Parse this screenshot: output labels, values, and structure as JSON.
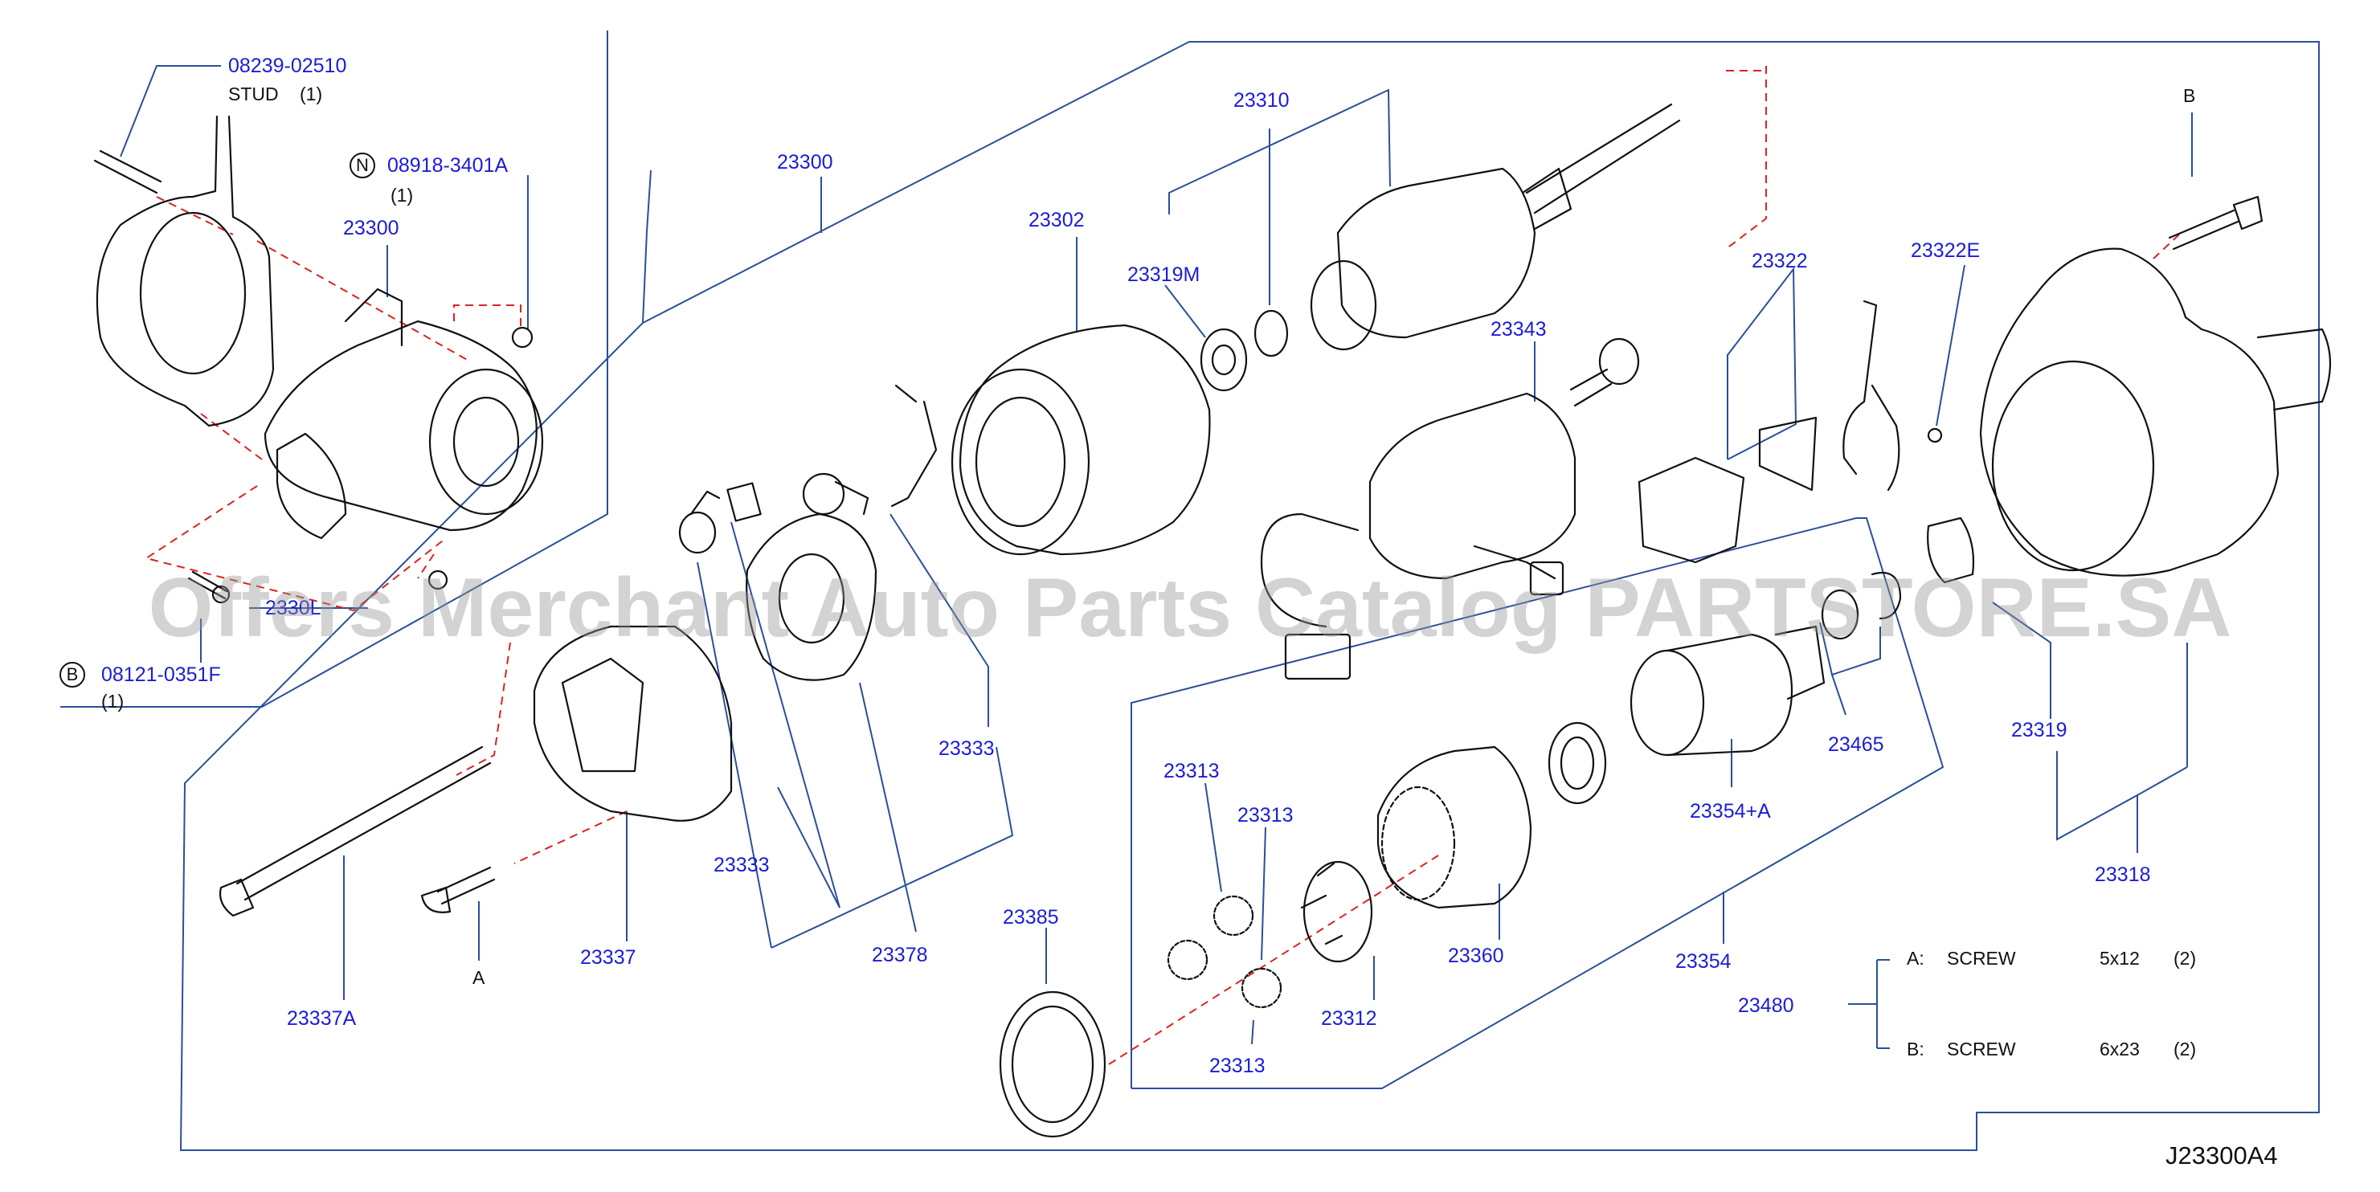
{
  "watermark": "Offers Merchant Auto Parts Catalog PARTSTORE.SA",
  "diagram_code": "J23300A4",
  "markers": {
    "n": "N",
    "b": "B"
  },
  "screw_letters": {
    "a": "A",
    "b": "B"
  },
  "parts": {
    "p08239": "08239-02510",
    "stud": "STUD",
    "stud_qty": "(1)",
    "p08918": "08918-3401A",
    "p08918_qty": "(1)",
    "p23300_small": "23300",
    "p23300L": "2330L",
    "p08121": "08121-0351F",
    "p08121_qty": "(1)",
    "p23300": "23300",
    "p23302": "23302",
    "p23310": "23310",
    "p23319M": "23319M",
    "p23343": "23343",
    "p23322": "23322",
    "p23322E": "23322E",
    "p23333_right": "23333",
    "p23333_left": "23333",
    "p23378": "23378",
    "p23337": "23337",
    "p23337A": "23337A",
    "p23385": "23385",
    "p23313_a": "23313",
    "p23313_b": "23313",
    "p23313_c": "23313",
    "p23312": "23312",
    "p23360": "23360",
    "p23354A": "23354+A",
    "p23465": "23465",
    "p23354": "23354",
    "p23319": "23319",
    "p23318": "23318",
    "p23480": "23480"
  },
  "screws": {
    "a_letter": "A:",
    "a_name": "SCREW",
    "a_size": "5x12",
    "a_qty": "(2)",
    "b_letter": "B:",
    "b_name": "SCREW",
    "b_size": "6x23",
    "b_qty": "(2)"
  }
}
